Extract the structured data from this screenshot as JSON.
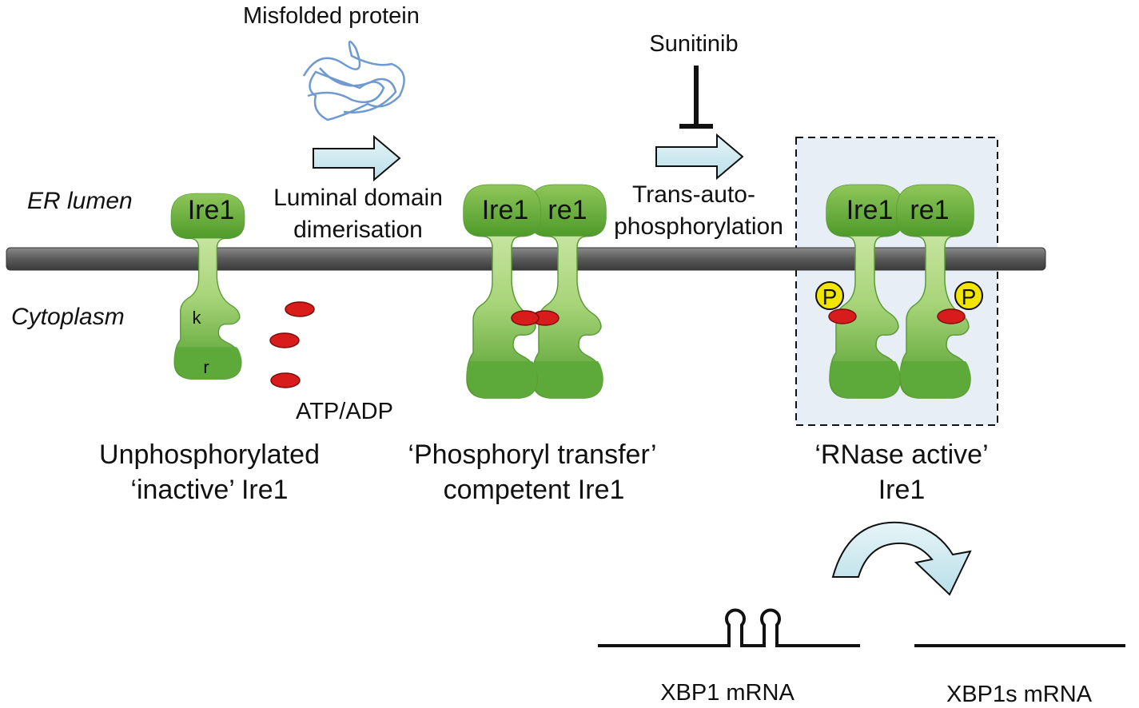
{
  "regions": {
    "lumen": "ER lumen",
    "cytoplasm": "Cytoplasm"
  },
  "stimulus": {
    "misfolded": "Misfolded protein",
    "inhibitor": "Sunitinib"
  },
  "steps": {
    "step1_line1": "Luminal domain",
    "step1_line2": "dimerisation",
    "step2_line1": "Trans-auto-",
    "step2_line2": "phosphorylation"
  },
  "protein": {
    "name": "Ire1",
    "name_partial": "re1",
    "kinase": "k",
    "rnase": "r",
    "phospho": "P"
  },
  "nucleotide": "ATP/ADP",
  "states": {
    "s1_line1": "Unphosphorylated",
    "s1_line2": "‘inactive’  Ire1",
    "s2_line1": "‘Phosphoryl transfer’",
    "s2_line2": "competent Ire1",
    "s3_line1": "‘RNase active’",
    "s3_line2": "Ire1"
  },
  "rna": {
    "unspliced": "XBP1 mRNA",
    "spliced": "XBP1s mRNA"
  },
  "colors": {
    "protein_light": "#cfe7a6",
    "protein_dark": "#5fa72f",
    "membrane": "#5c5c5c",
    "atp": "#d81c1c",
    "phospho": "#f2e600",
    "arrow": "#cfe9ef",
    "misfolded": "#6e9ad0",
    "active_box": "#e9eef6"
  }
}
